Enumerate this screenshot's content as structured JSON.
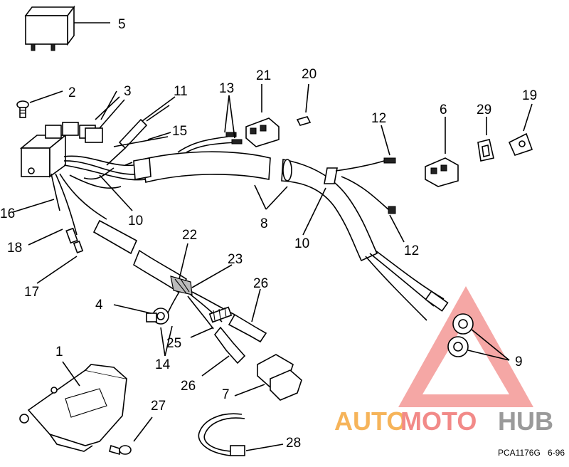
{
  "diagram": {
    "callouts": {
      "c1": "1",
      "c2": "2",
      "c3": "3",
      "c4": "4",
      "c5": "5",
      "c6": "6",
      "c7": "7",
      "c8": "8",
      "c9": "9",
      "c10a": "10",
      "c10b": "10",
      "c11": "11",
      "c12a": "12",
      "c12b": "12",
      "c13": "13",
      "c14": "14",
      "c15": "15",
      "c16": "16",
      "c17": "17",
      "c18": "18",
      "c19": "19",
      "c20": "20",
      "c21": "21",
      "c22": "22",
      "c23": "23",
      "c25": "25",
      "c26a": "26",
      "c26b": "26",
      "c27": "27",
      "c28": "28",
      "c29": "29"
    },
    "drawing_code": "PCA1176G",
    "date_code": "6-96"
  },
  "watermark": {
    "part1": "AUTO",
    "part2": "MOTO",
    "part3": "HUB",
    "colors": {
      "auto": "#f6b45a",
      "moto": "#f28a88",
      "hub": "#9a9a9a",
      "triangle": "#f28a88"
    }
  }
}
